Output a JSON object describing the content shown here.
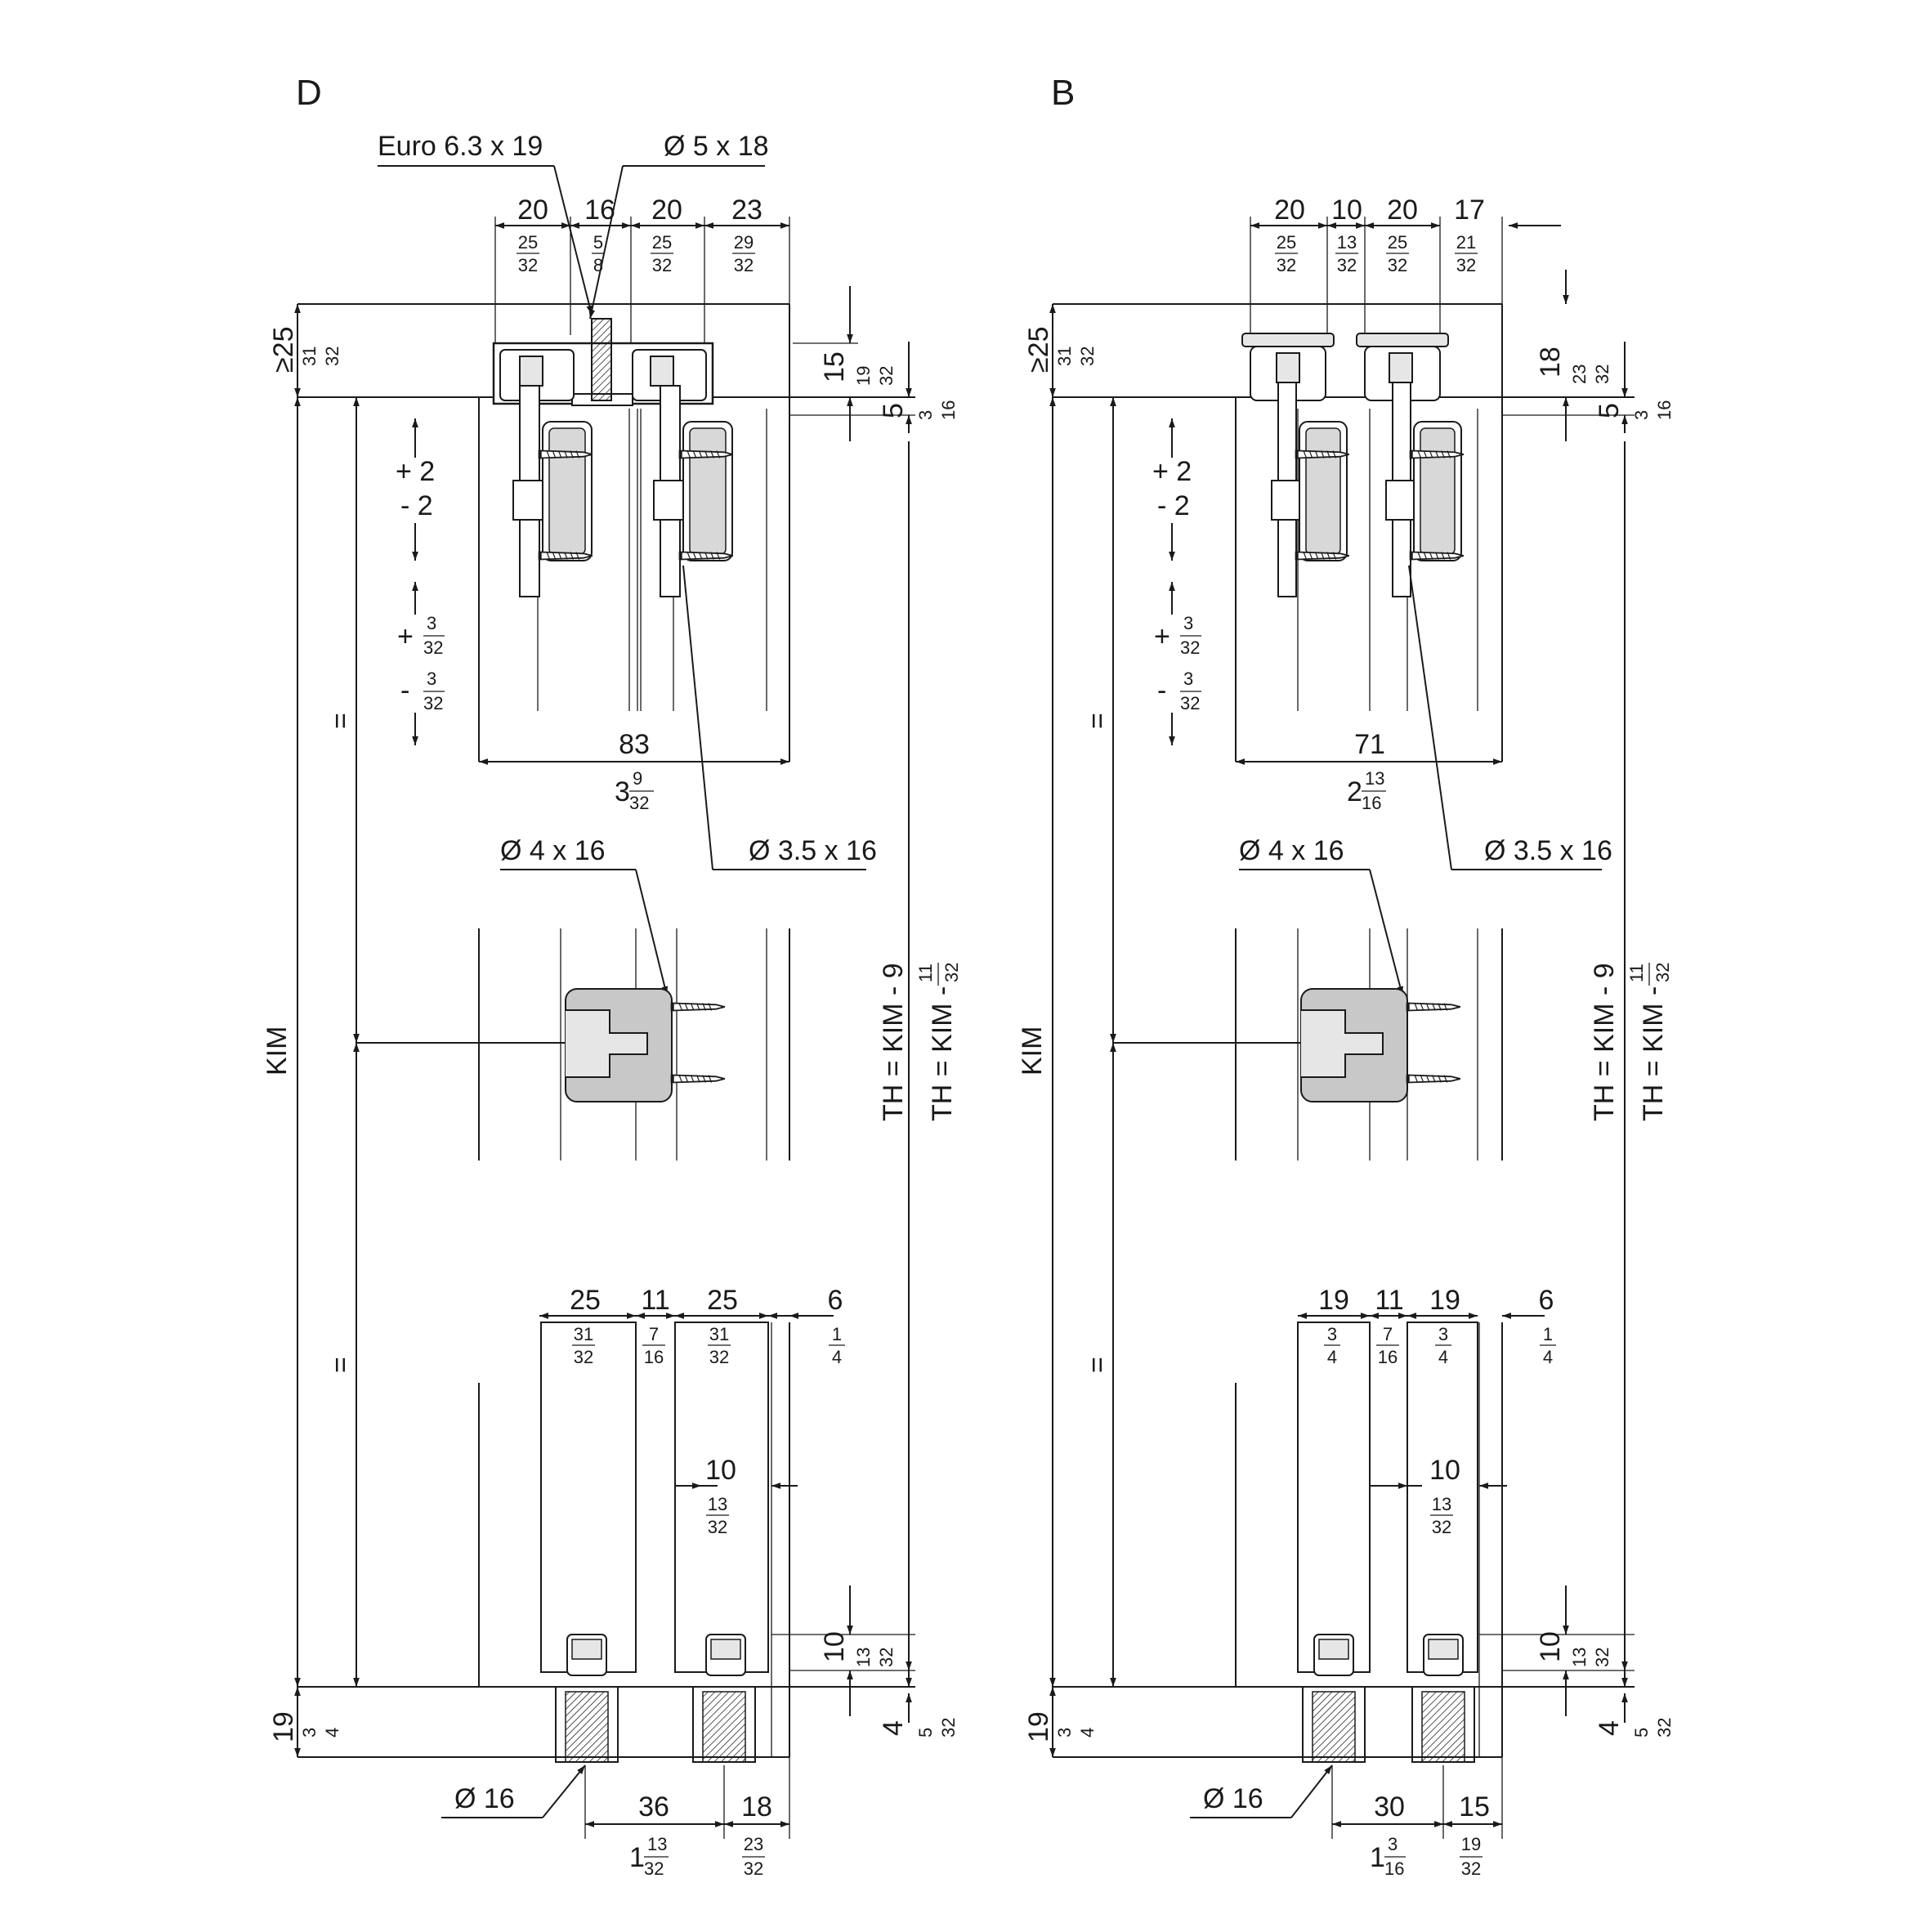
{
  "views": [
    {
      "id": "D",
      "label": "D",
      "top_callouts": {
        "left": "Euro 6.3 x 19",
        "right": "Ø 5 x 18"
      },
      "top_dims": [
        {
          "mm": "20",
          "num": "25",
          "den": "32"
        },
        {
          "mm": "16",
          "num": "5",
          "den": "8"
        },
        {
          "mm": "20",
          "num": "25",
          "den": "32"
        },
        {
          "mm": "23",
          "num": "29",
          "den": "32"
        }
      ],
      "left_top": {
        "mm": "≥25",
        "num": "31",
        "den": "32"
      },
      "right_top": {
        "mm": "15",
        "num": "19",
        "den": "32"
      },
      "right_five": {
        "mm": "5",
        "num": "3",
        "den": "16"
      },
      "adjust_mm": {
        "plus": "+ 2",
        "minus": "- 2"
      },
      "adjust_in": {
        "plus": "+",
        "minus": "-",
        "num": "3",
        "den": "32"
      },
      "width": {
        "mm": "83",
        "whole": "3",
        "num": "9",
        "den": "32"
      },
      "screw_left": "Ø 4 x 16",
      "screw_right": "Ø 3.5 x 16",
      "kim": "KIM",
      "equal": "=",
      "th_mm": "TH = KIM - 9",
      "th_in": {
        "text": "TH = KIM -",
        "num": "11",
        "den": "32"
      },
      "bottom_dims": [
        {
          "mm": "25",
          "num": "31",
          "den": "32"
        },
        {
          "mm": "11",
          "num": "7",
          "den": "16"
        },
        {
          "mm": "25",
          "num": "31",
          "den": "32"
        },
        {
          "mm": "6",
          "num": "1",
          "den": "4"
        }
      ],
      "gap": {
        "mm": "10",
        "num": "13",
        "den": "32"
      },
      "right_bottom": {
        "mm": "10",
        "num": "13",
        "den": "32"
      },
      "right_four": {
        "mm": "4",
        "num": "5",
        "den": "32"
      },
      "left_bottom": {
        "mm": "19",
        "num": "3",
        "den": "4"
      },
      "dia": "Ø 16",
      "spacing": {
        "mm": "36",
        "whole": "1",
        "num": "13",
        "den": "32"
      },
      "edge": {
        "mm": "18",
        "num": "23",
        "den": "32"
      }
    },
    {
      "id": "B",
      "label": "B",
      "top_dims": [
        {
          "mm": "20",
          "num": "25",
          "den": "32"
        },
        {
          "mm": "10",
          "num": "13",
          "den": "32"
        },
        {
          "mm": "20",
          "num": "25",
          "den": "32"
        },
        {
          "mm": "17",
          "num": "21",
          "den": "32"
        }
      ],
      "left_top": {
        "mm": "≥25",
        "num": "31",
        "den": "32"
      },
      "right_top": {
        "mm": "18",
        "num": "23",
        "den": "32"
      },
      "right_five": {
        "mm": "5",
        "num": "3",
        "den": "16"
      },
      "adjust_mm": {
        "plus": "+ 2",
        "minus": "- 2"
      },
      "adjust_in": {
        "plus": "+",
        "minus": "-",
        "num": "3",
        "den": "32"
      },
      "width": {
        "mm": "71",
        "whole": "2",
        "num": "13",
        "den": "16"
      },
      "screw_left": "Ø 4 x 16",
      "screw_right": "Ø 3.5 x 16",
      "kim": "KIM",
      "equal": "=",
      "th_mm": "TH = KIM - 9",
      "th_in": {
        "text": "TH = KIM -",
        "num": "11",
        "den": "32"
      },
      "bottom_dims": [
        {
          "mm": "19",
          "num": "3",
          "den": "4"
        },
        {
          "mm": "11",
          "num": "7",
          "den": "16"
        },
        {
          "mm": "19",
          "num": "3",
          "den": "4"
        },
        {
          "mm": "6",
          "num": "1",
          "den": "4"
        }
      ],
      "gap": {
        "mm": "10",
        "num": "13",
        "den": "32"
      },
      "right_bottom": {
        "mm": "10",
        "num": "13",
        "den": "32"
      },
      "right_four": {
        "mm": "4",
        "num": "5",
        "den": "32"
      },
      "left_bottom": {
        "mm": "19",
        "num": "3",
        "den": "4"
      },
      "dia": "Ø 16",
      "spacing": {
        "mm": "30",
        "whole": "1",
        "num": "3",
        "den": "16"
      },
      "edge": {
        "mm": "15",
        "num": "19",
        "den": "32"
      }
    }
  ],
  "colors": {
    "line": "#1a1a1a",
    "part_fill": "#c8c8c8",
    "part_light": "#e6e6e6"
  }
}
